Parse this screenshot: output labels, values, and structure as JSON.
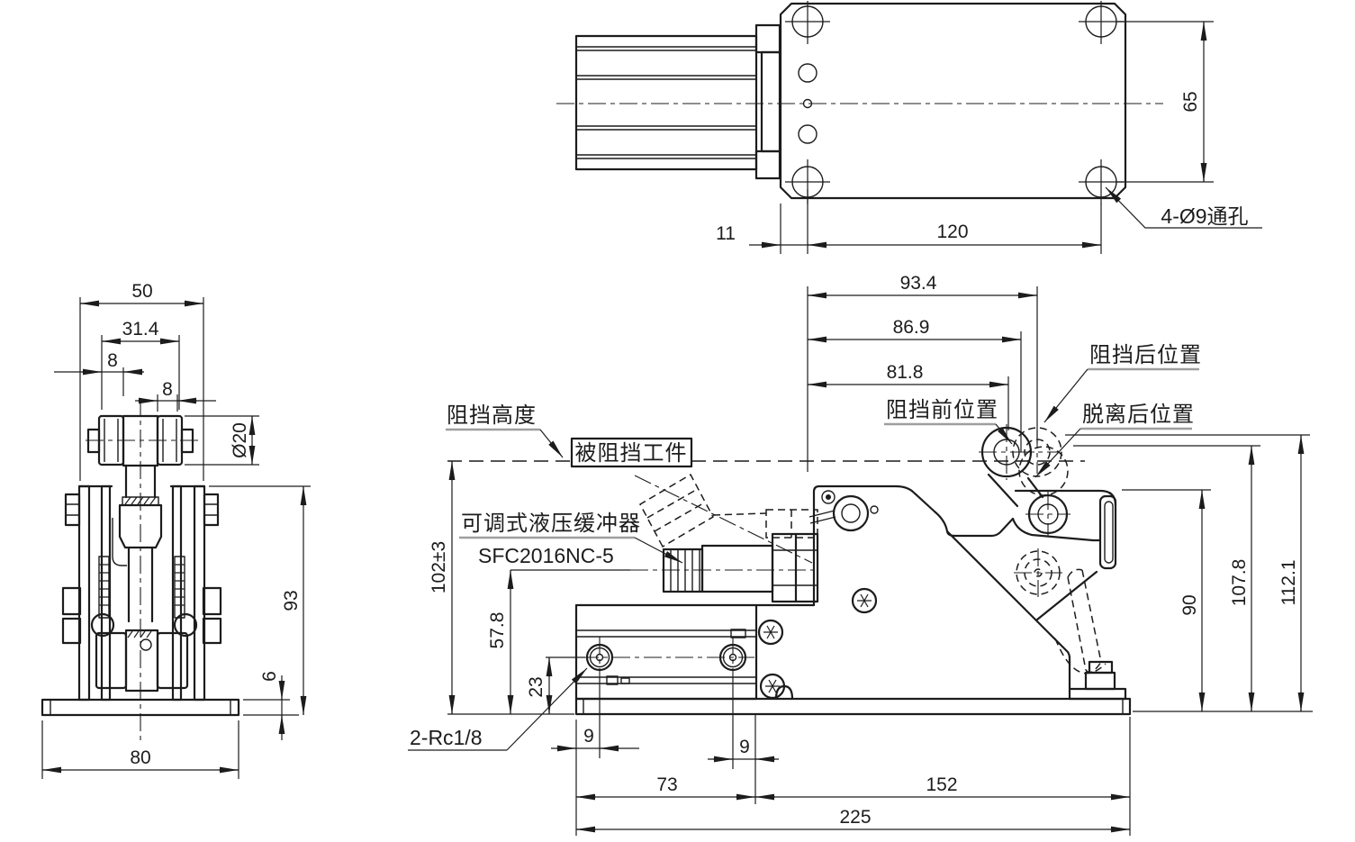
{
  "colors": {
    "line": "#1c1c1c",
    "underline_gray": "#9e9e9e",
    "background": "#ffffff"
  },
  "top_view": {
    "dim_flange_offset": "11",
    "dim_hole_spacing_x": "120",
    "dim_hole_spacing_y": "65",
    "hole_note": "4-Ø9通孔"
  },
  "front_view": {
    "dim_outer_width": "50",
    "dim_inner_width": "31.4",
    "dim_offset_left": "8",
    "dim_offset_right": "8",
    "dim_roller_dia": "Ø20",
    "dim_height": "93",
    "dim_base_thickness": "6",
    "dim_base_width": "80"
  },
  "side_view": {
    "dim_pos_rear": "93.4",
    "dim_pos_mid": "86.9",
    "dim_pos_front": "81.8",
    "dim_stop_height": "102±3",
    "dim_damper_height": "57.8",
    "dim_port_height": "23",
    "dim_port_offset_left": "9",
    "dim_port_offset_right": "9",
    "dim_block_length": "73",
    "dim_body_length": "152",
    "dim_total_length": "225",
    "dim_arm_height": "90",
    "dim_release_height": "107.8",
    "dim_max_height": "112.1",
    "label_stop_height": "阻挡高度",
    "label_workpiece": "被阻挡工件",
    "label_damper": "可调式液压缓冲器",
    "label_damper_model": "SFC2016NC-5",
    "label_port": "2-Rc1/8",
    "label_pos_before_stop": "阻挡前位置",
    "label_pos_after_stop": "阻挡后位置",
    "label_pos_released": "脱离后位置"
  }
}
